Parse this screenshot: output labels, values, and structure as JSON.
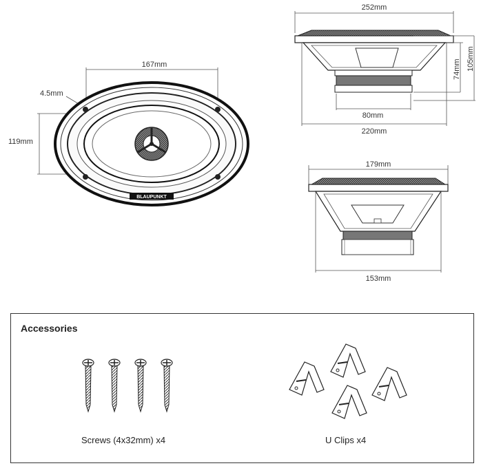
{
  "front_view": {
    "width_label": "167mm",
    "height_label": "119mm",
    "hole_label": "4.5mm",
    "brand_label": "BLAUPUNKT"
  },
  "side_view_1": {
    "top_label": "252mm",
    "bottom_label": "220mm",
    "magnet_label": "80mm",
    "depth_label": "74mm",
    "height_label": "105mm"
  },
  "side_view_2": {
    "top_label": "179mm",
    "bottom_label": "153mm"
  },
  "accessories": {
    "title": "Accessories",
    "screws_caption": "Screws (4x32mm) x4",
    "clips_caption": "U Clips x4"
  }
}
